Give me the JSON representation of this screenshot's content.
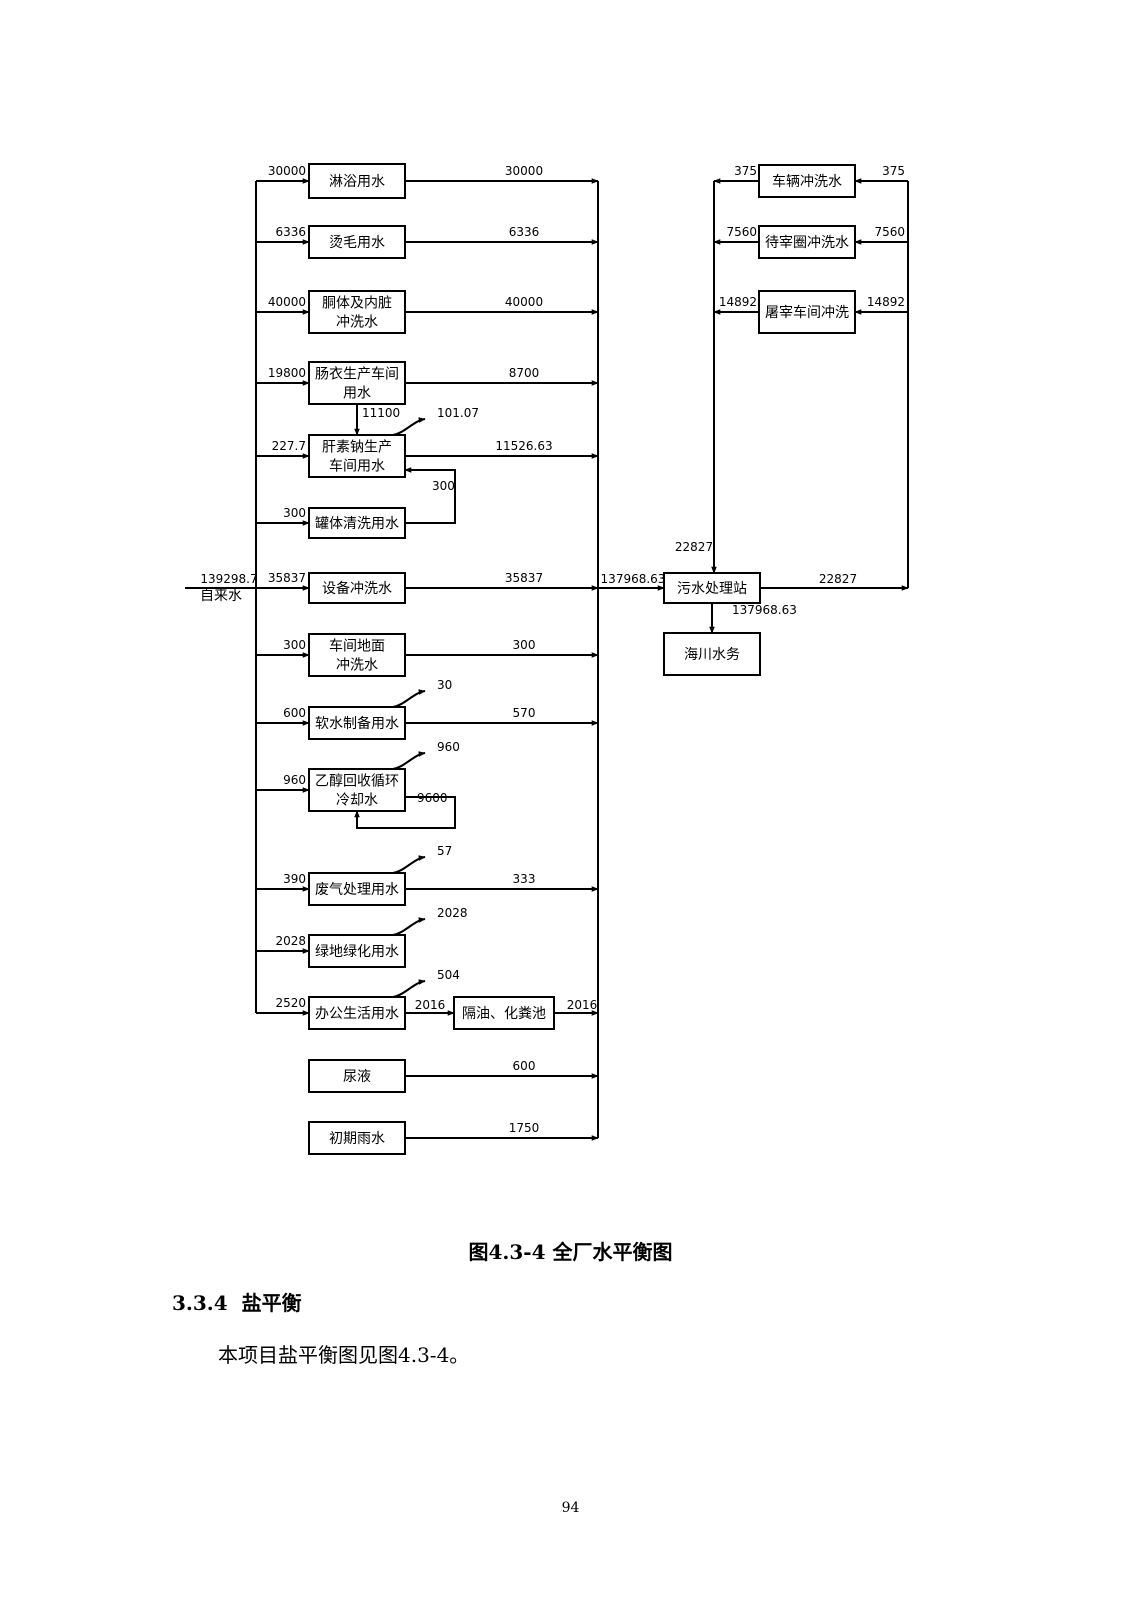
{
  "diagram": {
    "source": {
      "label": "自来水",
      "flow": "139298.7"
    },
    "main_flows": [
      {
        "label": "淋浴用水",
        "in": "30000",
        "out": "30000"
      },
      {
        "label": "烫毛用水",
        "in": "6336",
        "out": "6336"
      },
      {
        "label": "胴体及内脏\n冲洗水",
        "in": "40000",
        "out": "40000"
      },
      {
        "label": "肠衣生产车间\n用水",
        "in": "19800",
        "out": "8700",
        "down": "11100"
      },
      {
        "label": "肝素钠生产\n车间用水",
        "in": "227.7",
        "out": "11526.63",
        "loss": "101.07"
      },
      {
        "label": "罐体清洗用水",
        "in": "300",
        "return": "300"
      },
      {
        "label": "设备冲洗水",
        "in": "35837",
        "out": "35837"
      },
      {
        "label": "车间地面\n冲洗水",
        "in": "300",
        "out": "300"
      },
      {
        "label": "软水制备用水",
        "in": "600",
        "out": "570",
        "loss": "30"
      },
      {
        "label": "乙醇回收循环\n冷却水",
        "in": "960",
        "loss": "960",
        "recycle": "9600"
      },
      {
        "label": "废气处理用水",
        "in": "390",
        "out": "333",
        "loss": "57"
      },
      {
        "label": "绿地绿化用水",
        "in": "2028",
        "loss": "2028"
      },
      {
        "label": "办公生活用水",
        "in": "2520",
        "loss": "504",
        "to_tank": "2016"
      },
      {
        "label": "尿液",
        "out": "600"
      },
      {
        "label": "初期雨水",
        "out": "1750"
      }
    ],
    "septic_tank": {
      "label": "隔油、化粪池",
      "out": "2016"
    },
    "recycled_flows": [
      {
        "label": "车辆冲洗水",
        "in": "375",
        "out": "375"
      },
      {
        "label": "待宰圈冲洗水",
        "in": "7560",
        "out": "7560"
      },
      {
        "label": "屠宰车间冲洗",
        "in": "14892",
        "out": "14892"
      }
    ],
    "wwtp": {
      "label": "污水处理站",
      "in": "137968.63",
      "reuse_in": "22827",
      "reuse_out": "22827",
      "discharge": "137968.63"
    },
    "receiver": {
      "label": "海川水务"
    }
  },
  "caption": "图4.3-4  全厂水平衡图",
  "section": {
    "number": "3.3.4",
    "title": "盐平衡"
  },
  "paragraph": "本项目盐平衡图见图4.3-4。",
  "page_number": "94"
}
